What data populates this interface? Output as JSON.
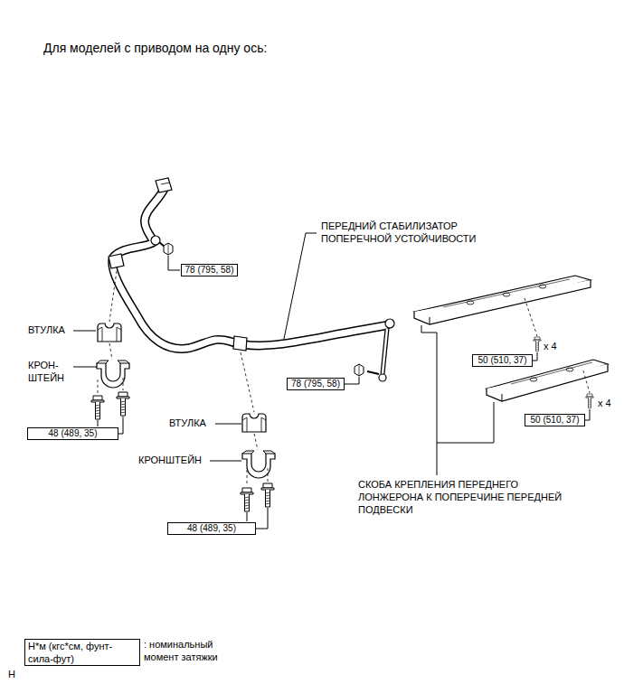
{
  "diagram": {
    "title": "Для моделей с приводом на одну ось:",
    "nodes": [
      {
        "text": [
          "78 (795, 58)"
        ]
      },
      {
        "text": [
          "50 (510, 37)"
        ]
      },
      {
        "text": [
          "78 (795, 58)"
        ]
      },
      {
        "text": [
          "50 (510, 37)"
        ]
      },
      {
        "text": [
          "48 (489, 35)"
        ]
      },
      {
        "text": [
          "48 (489, 35)"
        ]
      },
      {
        "text": [
          "Н*м (кгс*см, фунт- сила-фут)"
        ]
      }
    ],
    "labels": [
      "ПЕРЕДНИЙ СТАБИЛИЗАТОР ПОПЕРЕЧНОЙ УСТОЙЧИВОСТИ",
      "ВТУЛКА",
      "x 4",
      "КРОН- ШТЕЙН",
      "x 4",
      "ВТУЛКА",
      "КРОНШТЕЙН",
      "СКОБА КРЕПЛЕНИЯ ПЕРЕДНЕГО ЛОНЖЕРОНА К ПОПЕРЕЧИНЕ ПЕРЕДНЕЙ ПОДВЕСКИ",
      ": номинальный момент затяжки",
      "H"
    ]
  }
}
